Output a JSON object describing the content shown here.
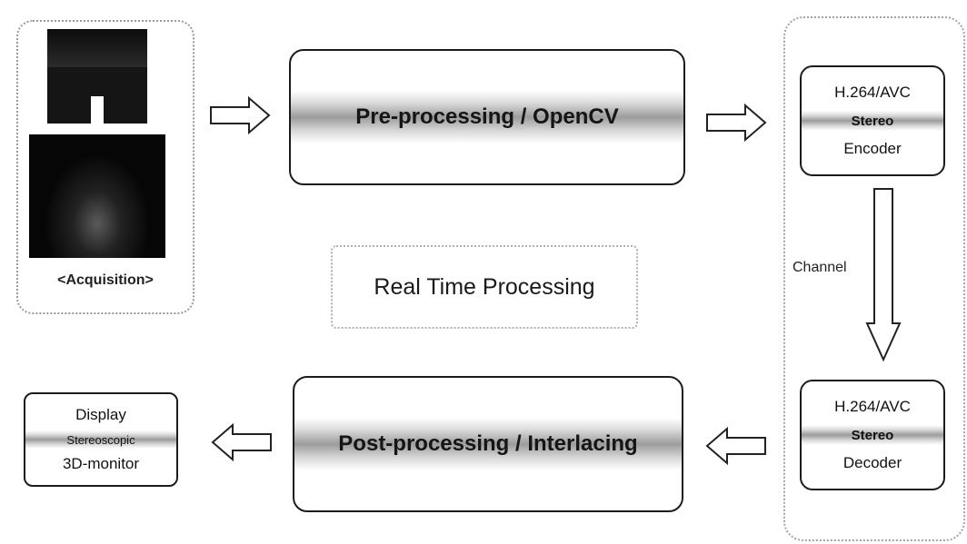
{
  "acquisition": {
    "label": "<Acquisition>"
  },
  "preprocessing": {
    "label": "Pre-processing / OpenCV"
  },
  "encoder": {
    "line1": "H.264/AVC",
    "line2": "Stereo",
    "line3": "Encoder"
  },
  "channel": {
    "label": "Channel"
  },
  "decoder": {
    "line1": "H.264/AVC",
    "line2": "Stereo",
    "line3": "Decoder"
  },
  "postprocessing": {
    "label": "Post-processing / Interlacing"
  },
  "display": {
    "line1": "Display",
    "line2": "Stereoscopic",
    "line3": "3D-monitor"
  },
  "realtime": {
    "label": "Real Time Processing"
  }
}
